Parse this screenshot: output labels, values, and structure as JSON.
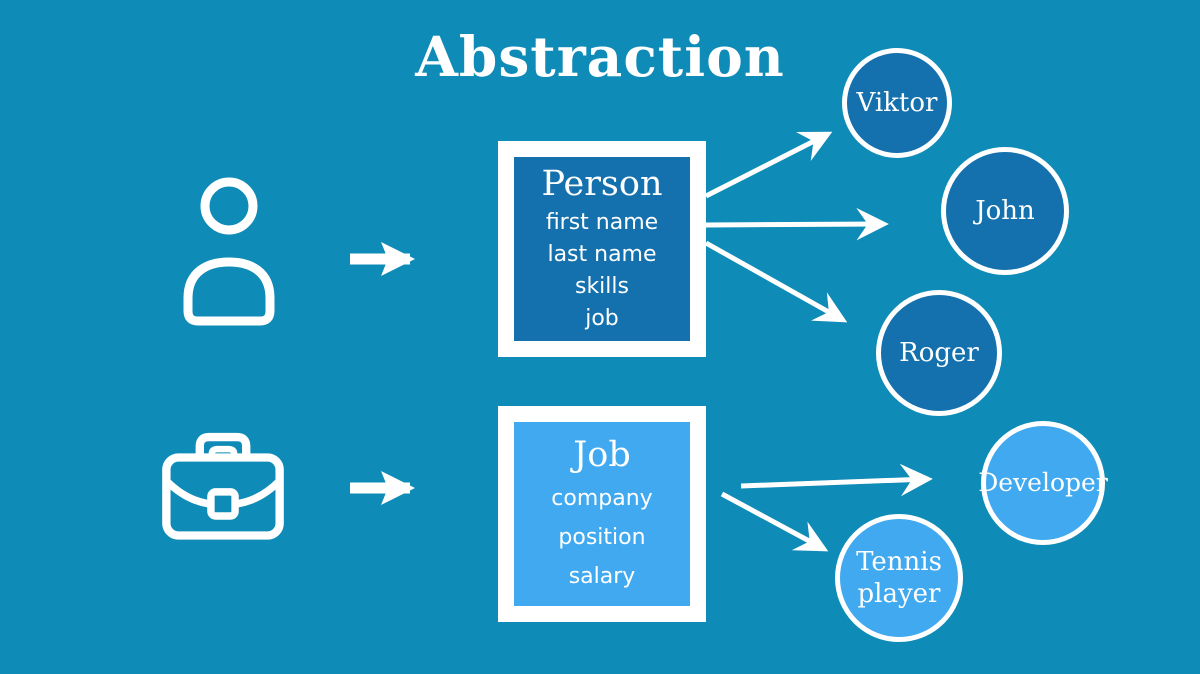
{
  "title": "Abstraction",
  "colors": {
    "background": "#0e8bb6",
    "dark_blue": "#1471ad",
    "light_blue": "#41a9f0",
    "white": "#ffffff"
  },
  "icons": [
    {
      "name": "person-icon",
      "meaning": "a person (real-world object)"
    },
    {
      "name": "briefcase-icon",
      "meaning": "a job (real-world object)"
    }
  ],
  "classes": [
    {
      "name": "Person",
      "attributes": [
        "first name",
        "last name",
        "skills",
        "job"
      ]
    },
    {
      "name": "Job",
      "attributes": [
        "company",
        "position",
        "salary"
      ]
    }
  ],
  "instances": [
    {
      "label": "Viktor",
      "of": "Person"
    },
    {
      "label": "John",
      "of": "Person"
    },
    {
      "label": "Roger",
      "of": "Person"
    },
    {
      "label": "Developer",
      "of": "Job"
    },
    {
      "label": "Tennis player",
      "of": "Job"
    }
  ]
}
